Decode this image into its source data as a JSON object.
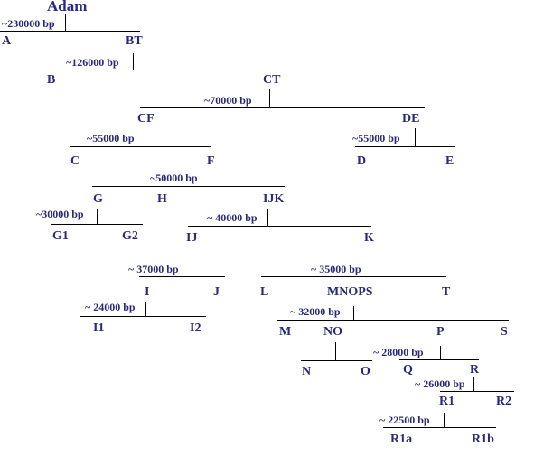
{
  "diagram": {
    "root_label": "Adam",
    "colors": {
      "text": "#2a2a7a",
      "line": "#000000"
    },
    "splits": [
      {
        "id": "adam",
        "age": "~230000 bp",
        "left": "A",
        "right": "BT"
      },
      {
        "id": "bt",
        "age": "~126000 bp",
        "left": "B",
        "right": "CT"
      },
      {
        "id": "ct",
        "age": "~70000 bp",
        "left": "CF",
        "right": "DE"
      },
      {
        "id": "cf",
        "age": "~55000 bp",
        "left": "C",
        "right": "F"
      },
      {
        "id": "de",
        "age": "~55000 bp",
        "left": "D",
        "right": "E"
      },
      {
        "id": "f",
        "age": "~50000 bp",
        "left": "G",
        "middle": "H",
        "right": "IJK"
      },
      {
        "id": "g",
        "age": "~30000 bp",
        "left": "G1",
        "right": "G2"
      },
      {
        "id": "ijk",
        "age": "~ 40000 bp",
        "left": "IJ",
        "right": "K"
      },
      {
        "id": "ij",
        "age": "~ 37000 bp",
        "left": "I",
        "right": "J"
      },
      {
        "id": "k",
        "age": "~ 35000 bp",
        "left": "L",
        "middle": "MNOPS",
        "right": "T"
      },
      {
        "id": "i",
        "age": "~ 24000 bp",
        "left": "I1",
        "right": "I2"
      },
      {
        "id": "mnops",
        "age": "~ 32000 bp",
        "left": "M",
        "middle_a": "NO",
        "middle_b": "P",
        "right": "S"
      },
      {
        "id": "no",
        "left": "N",
        "right": "O"
      },
      {
        "id": "p",
        "age": "~ 28000 bp",
        "left": "Q",
        "right": "R"
      },
      {
        "id": "r",
        "age": "~ 26000 bp",
        "left": "R1",
        "right": "R2"
      },
      {
        "id": "r1",
        "age": "~ 22500 bp",
        "left": "R1a",
        "right": "R1b"
      }
    ]
  }
}
